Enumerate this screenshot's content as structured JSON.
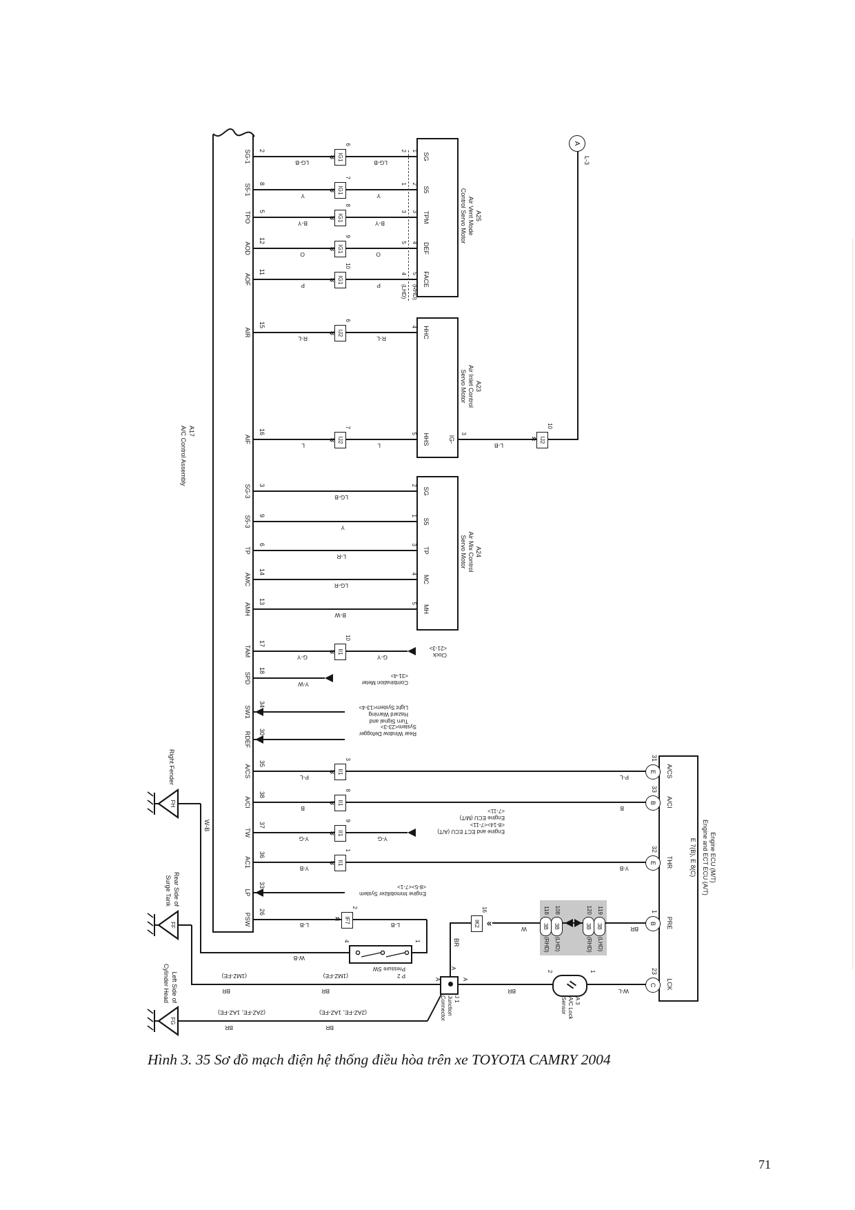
{
  "figure": {
    "caption": "Hình 3. 35 Sơ đồ mạch điện hệ thống điều hòa trên xe TOYOTA CAMRY 2004",
    "page_number": "71"
  },
  "assembly": {
    "code": "A17",
    "name": "A/C Control Assembly",
    "pins": [
      {
        "name": "SG-1",
        "num": "2"
      },
      {
        "name": "S5-1",
        "num": "8"
      },
      {
        "name": "TPO",
        "num": "5"
      },
      {
        "name": "AOD",
        "num": "12"
      },
      {
        "name": "AOF",
        "num": "11"
      },
      {
        "name": "AIR",
        "num": "15"
      },
      {
        "name": "AIF",
        "num": "16"
      },
      {
        "name": "SG-3",
        "num": "3"
      },
      {
        "name": "S5-3",
        "num": "9"
      },
      {
        "name": "TP",
        "num": "6"
      },
      {
        "name": "AMC",
        "num": "14"
      },
      {
        "name": "AMH",
        "num": "13"
      },
      {
        "name": "TAM",
        "num": "17"
      },
      {
        "name": "SPD",
        "num": "18"
      },
      {
        "name": "SW1",
        "num": "34"
      },
      {
        "name": "RDEF",
        "num": "30"
      },
      {
        "name": "A/CS",
        "num": "35"
      },
      {
        "name": "A/CI",
        "num": "38"
      },
      {
        "name": "TW",
        "num": "37"
      },
      {
        "name": "AC1",
        "num": "36"
      },
      {
        "name": "LP",
        "num": "33"
      },
      {
        "name": "PSW",
        "num": "26"
      }
    ]
  },
  "servo_a25": {
    "code": "A25",
    "name1": "Air Vent Mode",
    "name2": "Control Servo Motor",
    "pins": [
      "SG",
      "S5",
      "TPM",
      "DEF",
      "FACE"
    ],
    "rhd": [
      "1",
      "2",
      "3",
      "4",
      "5"
    ],
    "lhd": [
      "2",
      "1",
      "3",
      "5",
      "4"
    ],
    "rhd_label": "(RHD)",
    "lhd_label": "(LHD)"
  },
  "servo_a23": {
    "code": "A23",
    "name1": "Air Inlet Control",
    "name2": "Servo Motor",
    "pin_names": [
      "HHC",
      "HHS"
    ],
    "pin_nums": [
      "4",
      "5"
    ],
    "ig_name": "IG-",
    "ig_num": "3"
  },
  "servo_a24": {
    "code": "A24",
    "name1": "Air Mix Control",
    "name2": "Servo Motor",
    "pins": [
      "SG",
      "S5",
      "TP",
      "MC",
      "MH"
    ],
    "nums": [
      "2",
      "1",
      "3",
      "4",
      "5"
    ]
  },
  "ecu": {
    "title1": "Engine ECU (M/T)",
    "title2": "Engine and ECT ECU (A/T)",
    "title3": "E 7(B), E 8(C)",
    "pins": [
      {
        "num": "31",
        "letter": "E",
        "name": "A/CS"
      },
      {
        "num": "33",
        "letter": "B",
        "name": "A/CI"
      },
      {
        "num": "32",
        "letter": "E",
        "name": "THR"
      },
      {
        "num": "1",
        "letter": "B",
        "name": "PRE"
      },
      {
        "num": "23",
        "letter": "C",
        "name": "LCK"
      }
    ]
  },
  "junctions": [
    {
      "id": "IG1",
      "num": "6"
    },
    {
      "id": "IG1",
      "num": "7"
    },
    {
      "id": "IG1",
      "num": "8"
    },
    {
      "id": "IG1",
      "num": "9"
    },
    {
      "id": "IG1",
      "num": "10"
    },
    {
      "id": "IJ2",
      "num": "6"
    },
    {
      "id": "IJ2",
      "num": "7"
    },
    {
      "id": "IJ2",
      "num": "10"
    },
    {
      "id": "II1",
      "num": "10"
    },
    {
      "id": "II1",
      "num": "3"
    },
    {
      "id": "II1",
      "num": "8"
    },
    {
      "id": "II1",
      "num": "9"
    },
    {
      "id": "II1",
      "num": "1"
    },
    {
      "id": "IF7",
      "num": "2"
    },
    {
      "id": "IK2",
      "num": "16"
    }
  ],
  "colors": {
    "sg1": "LG-B",
    "s51": "Y",
    "tpo": "B-Y",
    "aod": "O",
    "aof": "P",
    "air": "R-L",
    "aif": "L",
    "lb": "L-B",
    "sg3": "LG-B",
    "s53": "Y",
    "tp": "L-R",
    "amc": "LG-R",
    "amh": "B-W",
    "tam": "G-Y",
    "spd": "Y-W",
    "acs": "P-L",
    "aci": "B",
    "tw": "Y-G",
    "ac1": "Y-B",
    "wb": "W-B",
    "br": "BR",
    "w": "W",
    "wl": "W-L",
    "mz": "(1MZ-FE)",
    "az": "(2AZ-FE, 1AZ-FE)"
  },
  "refs": {
    "clock": [
      "Clock",
      "<21-3>"
    ],
    "combo": [
      "Combination Meter",
      "<31-4>"
    ],
    "turn": [
      "Turn Signal and",
      "Hazard Warning",
      "Light System<13-4>"
    ],
    "defog": [
      "Rear Window Defogger",
      "System<23-3>"
    ],
    "engine": [
      "Engine and ECT ECU (A/T)",
      "<8-14><7-11>",
      "Engine ECU (M/T)",
      "<7-11>"
    ],
    "immob": [
      "Engine Immobilizer System",
      "<8-5><7-1>"
    ]
  },
  "power": {
    "letter": "A",
    "ref": "L-3"
  },
  "pressure_switch": {
    "name1": "P 2",
    "name2": "Pressure SW",
    "pin_top": "1",
    "pin_bottom": "4"
  },
  "j1": {
    "name1": "J 1",
    "name2": "Junction",
    "name3": "Connector",
    "pin": "A"
  },
  "lock_sensor": {
    "name1": "A 3",
    "name2": "A/C Lock",
    "name3": "Sensor",
    "pin_top": "1",
    "pin_bottom": "2"
  },
  "gray_block": {
    "items": [
      {
        "num": "119",
        "size": "3B",
        "side": "(LHD)"
      },
      {
        "num": "120",
        "size": "3B",
        "side": "(RHD)"
      },
      {
        "num": "108",
        "size": "3B",
        "side": "(LHD)"
      },
      {
        "num": "118",
        "size": "3B",
        "side": "(RHD)"
      }
    ]
  },
  "grounds": [
    {
      "code": "FH",
      "line1": "Right Fender",
      "line2": ""
    },
    {
      "code": "FF",
      "line1": "Rear Side of",
      "line2": "Surge Tank"
    },
    {
      "code": "FG",
      "line1": "Left Side of",
      "line2": "Cylinder Head"
    }
  ]
}
